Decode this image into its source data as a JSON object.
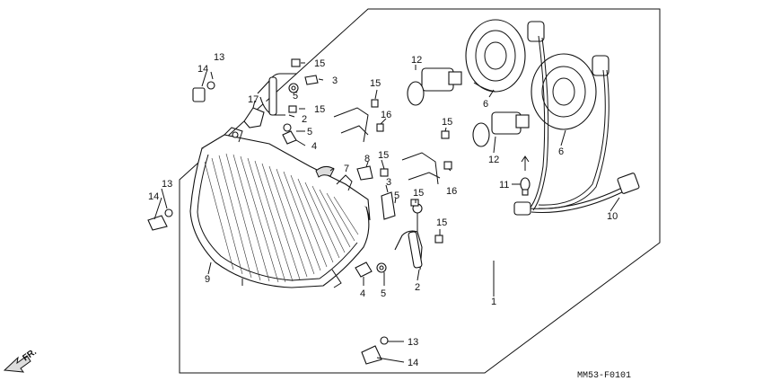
{
  "diagram": {
    "drawing_code": "MM53-F0101",
    "direction_label": "FR.",
    "callouts": {
      "c1": "1",
      "c2a": "2",
      "c2b": "2",
      "c3a": "3",
      "c3b": "3",
      "c4a": "4",
      "c4b": "4",
      "c5a": "5",
      "c5b": "5",
      "c5c": "5",
      "c5d": "5",
      "c6a": "6",
      "c6b": "6",
      "c7": "7",
      "c8": "8",
      "c9": "9",
      "c10": "10",
      "c11": "11",
      "c12a": "12",
      "c12b": "12",
      "c13a": "13",
      "c13b": "13",
      "c13c": "13",
      "c14a": "14",
      "c14b": "14",
      "c14c": "14",
      "c15a": "15",
      "c15b": "15",
      "c15c": "15",
      "c15d": "15",
      "c15e": "15",
      "c15f": "15",
      "c16a": "16",
      "c16b": "16",
      "c17": "17"
    }
  }
}
